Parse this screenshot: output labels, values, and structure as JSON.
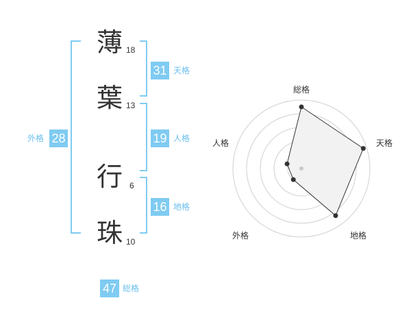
{
  "name_chars": [
    {
      "char": "薄",
      "strokes": "18"
    },
    {
      "char": "葉",
      "strokes": "13"
    },
    {
      "char": "行",
      "strokes": "6"
    },
    {
      "char": "珠",
      "strokes": "10"
    }
  ],
  "kaku": {
    "tenkaku": {
      "value": "31",
      "label": "天格"
    },
    "jinkaku": {
      "value": "19",
      "label": "人格"
    },
    "chikaku": {
      "value": "16",
      "label": "地格"
    },
    "gaikaku": {
      "value": "28",
      "label": "外格"
    },
    "soukaku": {
      "value": "47",
      "label": "総格"
    }
  },
  "colors": {
    "accent": "#7fcbf2",
    "label": "#6cc0ee",
    "text": "#333333",
    "fill": "#f2f2f2",
    "grid": "#d0d0d0"
  },
  "chart_data": {
    "type": "radar",
    "axes": [
      "総格",
      "天格",
      "地格",
      "外格",
      "人格"
    ],
    "values": [
      0.9,
      0.95,
      0.85,
      0.2,
      0.22
    ],
    "grid": true
  }
}
